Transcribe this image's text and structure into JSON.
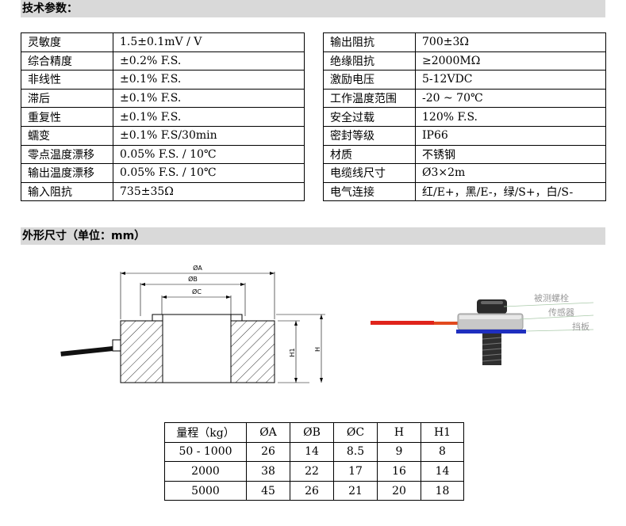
{
  "tech_title": "技术参数：",
  "specs_left": [
    {
      "label": "灵敏度",
      "value": "1.5±0.1mV / V"
    },
    {
      "label": "综合精度",
      "value": "±0.2% F.S."
    },
    {
      "label": "非线性",
      "value": "±0.1% F.S."
    },
    {
      "label": "滞后",
      "value": "±0.1% F.S."
    },
    {
      "label": "重复性",
      "value": "±0.1% F.S."
    },
    {
      "label": "蠕变",
      "value": "±0.1% F.S/30min"
    },
    {
      "label": "零点温度漂移",
      "value": "0.05% F.S. / 10℃"
    },
    {
      "label": "输出温度漂移",
      "value": "0.05% F.S. / 10℃"
    },
    {
      "label": "输入阻抗",
      "value": "735±35Ω"
    }
  ],
  "specs_right": [
    {
      "label": "输出阻抗",
      "value": "700±3Ω"
    },
    {
      "label": "绝缘阻抗",
      "value": "≥2000MΩ"
    },
    {
      "label": "激励电压",
      "value": "5-12VDC"
    },
    {
      "label": "工作温度范围",
      "value": "-20 ~ 70℃"
    },
    {
      "label": "安全过载",
      "value": "120% F.S."
    },
    {
      "label": "密封等级",
      "value": "IP66"
    },
    {
      "label": "材质",
      "value": "不锈钢"
    },
    {
      "label": "电缆线尺寸",
      "value": "Ø3×2m"
    },
    {
      "label": "电气连接",
      "value": "红/E+，黑/E-，绿/S+，白/S-"
    }
  ],
  "dim_title": "外形尺寸（单位：mm）",
  "drawing": {
    "label_a": "ØA",
    "label_b": "ØB",
    "label_c": "ØC",
    "label_h1": "H1",
    "label_h": "H"
  },
  "install": {
    "label_bolt": "被测螺栓",
    "label_sensor": "传感器",
    "label_plate": "挡板"
  },
  "dim_table": {
    "headers": [
      "量程（kg）",
      "ØA",
      "ØB",
      "ØC",
      "H",
      "H1"
    ],
    "rows": [
      [
        "50 - 1000",
        "26",
        "14",
        "8.5",
        "9",
        "8"
      ],
      [
        "2000",
        "38",
        "22",
        "17",
        "16",
        "14"
      ],
      [
        "5000",
        "45",
        "26",
        "21",
        "20",
        "18"
      ]
    ]
  },
  "colors": {
    "section_bg": "#d9d9d9",
    "cable_red": "#e0241b",
    "plate_blue": "#1f2fbf",
    "sensor_gray": "#c8c8c8",
    "bolt_dark": "#2a2a2a"
  }
}
